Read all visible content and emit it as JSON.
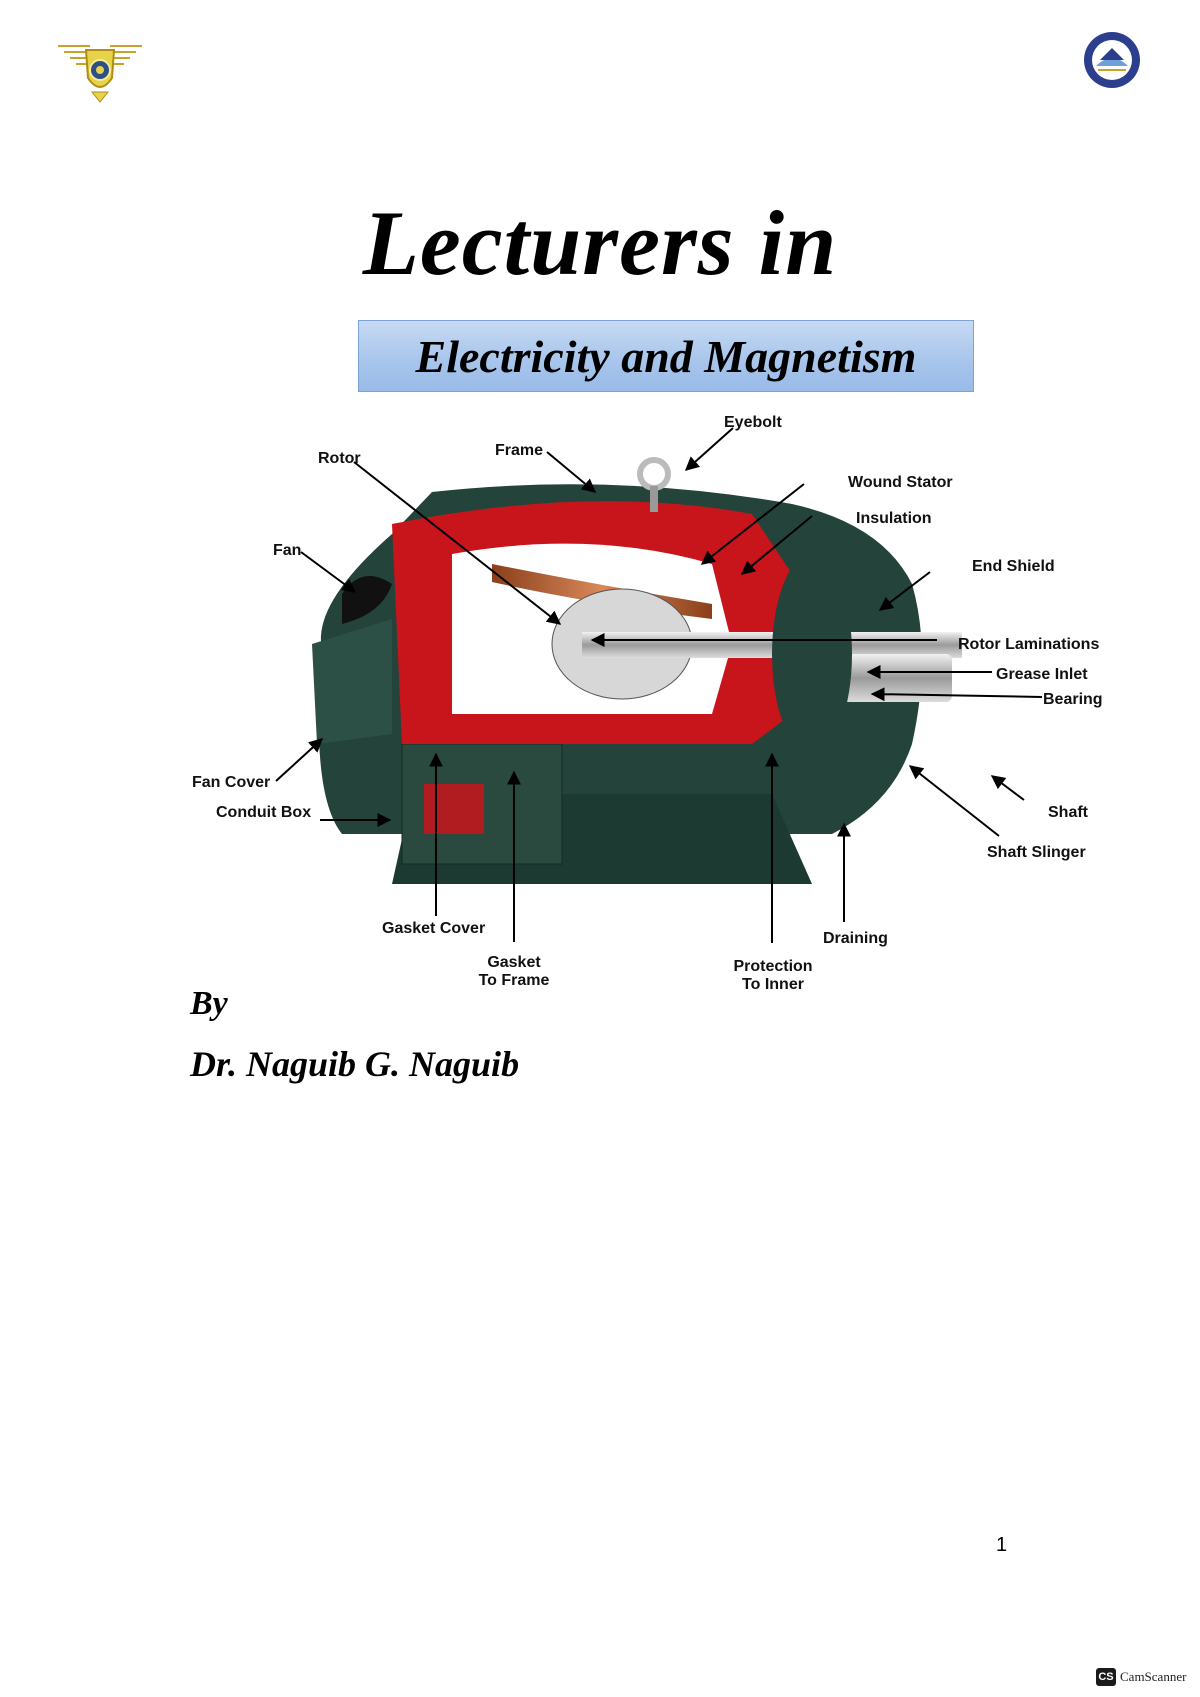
{
  "header": {
    "left_logo": "winged-emblem-logo",
    "right_logo": "university-seal-logo"
  },
  "title": "Lecturers in",
  "subtitle": "Electricity and Magnetism",
  "figure": {
    "subject": "cutaway electric motor",
    "labels": {
      "rotor": "Rotor",
      "frame": "Frame",
      "eyebolt": "Eyebolt",
      "wound_stator": "Wound Stator",
      "insulation": "Insulation",
      "fan": "Fan",
      "end_shield": "End Shield",
      "rotor_laminations": "Rotor Laminations",
      "grease_inlet": "Grease Inlet",
      "bearing": "Bearing",
      "fan_cover": "Fan Cover",
      "conduit_box": "Conduit Box",
      "shaft": "Shaft",
      "shaft_slinger": "Shaft Slinger",
      "gasket_cover": "Gasket Cover",
      "draining": "Draining",
      "gasket_to_frame_1": "Gasket",
      "gasket_to_frame_2": "To Frame",
      "protection_1": "Protection",
      "protection_2": "To Inner"
    }
  },
  "author": {
    "by": "By",
    "name": "Dr. Naguib G. Naguib"
  },
  "page_number": "1",
  "footer": {
    "badge_icon_text": "CS",
    "badge_text": "CamScanner"
  },
  "colors": {
    "subtitle_bg": "#a9c6ec",
    "motor_red": "#c8151b",
    "motor_green": "#24433a"
  }
}
